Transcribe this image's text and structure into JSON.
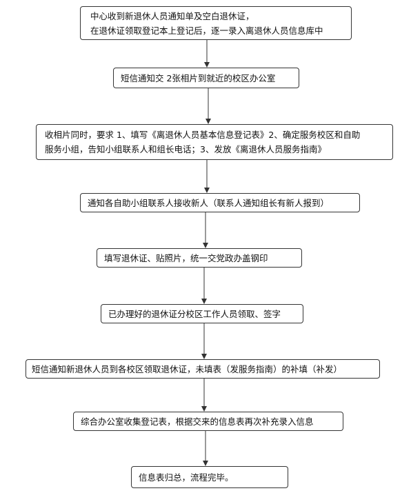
{
  "steps": [
    {
      "lines": [
        "中心收到新退休人员通知单及空白退休证，",
        "在退休证领取登记本上登记后，逐一录入离退休人员信息库中"
      ]
    },
    {
      "lines": [
        "短信通知交 2张相片到就近的校区办公室"
      ]
    },
    {
      "lines": [
        "收相片同时，要求 1、填写《离退休人员基本信息登记表》2、确定服务校区和自助",
        "服务小组，告知小组联系人和组长电话；3、发放《离退休人员服务指南》"
      ]
    },
    {
      "lines": [
        "通知各自助小组联系人接收新人（联系人通知组长有新人报到）"
      ]
    },
    {
      "lines": [
        "填写退休证、贴照片，统一交党政办盖钢印"
      ]
    },
    {
      "lines": [
        "已办理好的退休证分校区工作人员领取、签字"
      ]
    },
    {
      "lines": [
        "短信通知新退休人员到各校区领取退休证，未填表（发服务指南）的补填（补发）"
      ]
    },
    {
      "lines": [
        "综合办公室收集登记表，根据交来的信息表再次补充录入信息"
      ]
    },
    {
      "lines": [
        "信息表归总，流程完毕。"
      ]
    }
  ]
}
